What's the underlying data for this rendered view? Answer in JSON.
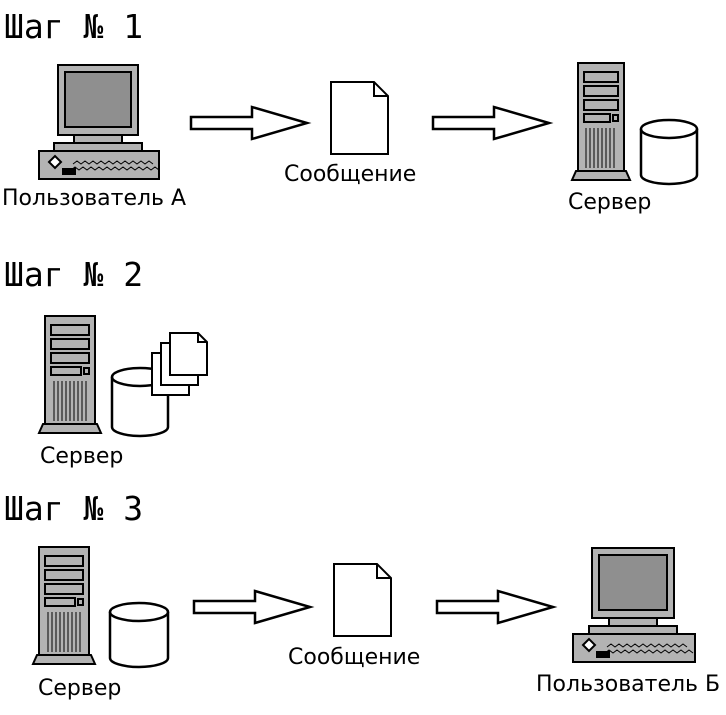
{
  "steps": [
    {
      "title": "Шаг № 1",
      "labels": {
        "user": "Пользователь А",
        "message": "Сообщение",
        "server": "Сервер"
      }
    },
    {
      "title": "Шаг № 2",
      "labels": {
        "server": "Сервер"
      }
    },
    {
      "title": "Шаг № 3",
      "labels": {
        "server": "Сервер",
        "message": "Сообщение",
        "user": "Пользователь Б"
      }
    }
  ],
  "colors": {
    "outline": "#000000",
    "fill": "#ffffff",
    "device_gray": "#b3b3b3",
    "screen_gray": "#8f8f8f"
  }
}
